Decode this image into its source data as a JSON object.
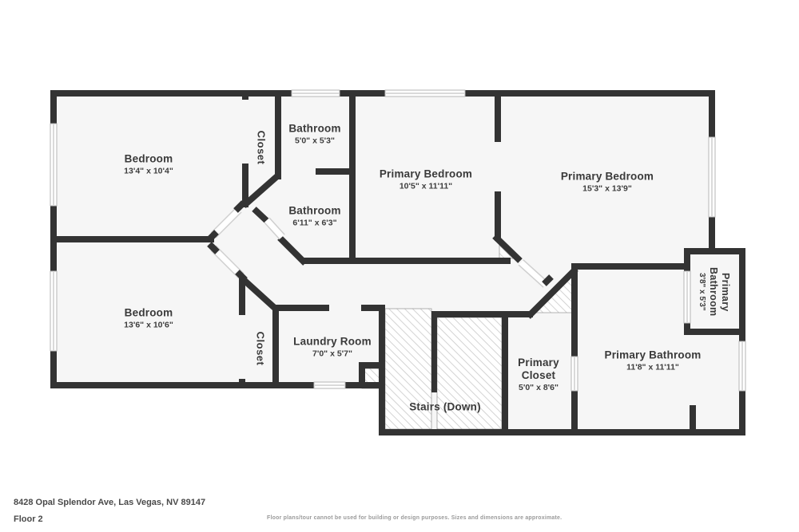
{
  "rooms": [
    {
      "id": "bedroom-1",
      "name": "Bedroom",
      "dims": "13'4\" x 10'4\""
    },
    {
      "id": "closet-1",
      "name": "Closet",
      "dims": ""
    },
    {
      "id": "bathroom-1",
      "name": "Bathroom",
      "dims": "5'0\" x 5'3\""
    },
    {
      "id": "primary-bedroom-1",
      "name": "Primary Bedroom",
      "dims": "10'5\" x 11'11\""
    },
    {
      "id": "primary-bedroom-2",
      "name": "Primary Bedroom",
      "dims": "15'3\" x 13'9\""
    },
    {
      "id": "bathroom-2",
      "name": "Bathroom",
      "dims": "6'11\" x 6'3\""
    },
    {
      "id": "bedroom-2",
      "name": "Bedroom",
      "dims": "13'6\" x 10'6\""
    },
    {
      "id": "closet-2",
      "name": "Closet",
      "dims": ""
    },
    {
      "id": "laundry",
      "name": "Laundry Room",
      "dims": "7'0\" x 5'7\""
    },
    {
      "id": "stairs",
      "name": "Stairs (Down)",
      "dims": ""
    },
    {
      "id": "primary-closet",
      "name": "Primary Closet",
      "dims": "5'0\" x 8'6\""
    },
    {
      "id": "primary-bathroom",
      "name": "Primary Bathroom",
      "dims": "11'8\" x 11'11\""
    },
    {
      "id": "primary-bathroom-2",
      "name": "Primary Bathroom",
      "dims": "3'8\" x 5'3\""
    }
  ],
  "footer": {
    "address": "8428 Opal Splendor Ave, Las Vegas, NV 89147",
    "floor_label": "Floor 2",
    "disclaimer": "Floor plans/tour cannot be used for building or design purposes. Sizes and dimensions are approximate."
  },
  "colors": {
    "wall": "#333333",
    "floor": "#f6f6f6",
    "hatch": "#c9c9c9",
    "background": "#ffffff",
    "label_text": "#3a3a3a"
  }
}
